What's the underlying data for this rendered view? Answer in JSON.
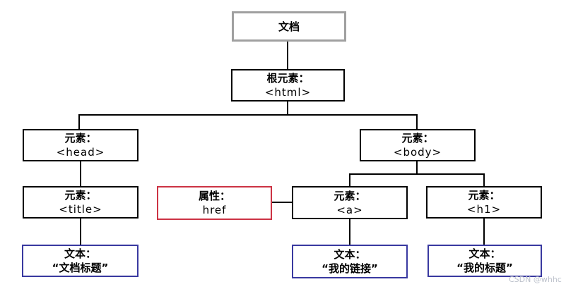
{
  "diagram": {
    "kind": "html-dom-tree",
    "watermark": "CSDN @whhc",
    "colors": {
      "document_border": "#a0a0a0",
      "element_border": "#000000",
      "attribute_border": "#cc3344",
      "text_border": "#3939a0",
      "connector": "#000000",
      "background": "#ffffff",
      "watermark": "#bcc1cb"
    }
  },
  "nodes": [
    {
      "id": "document",
      "type": "document",
      "line1": "文档",
      "line2": ""
    },
    {
      "id": "root-html",
      "type": "element",
      "line1": "根元素：",
      "line2": "<html>"
    },
    {
      "id": "head",
      "type": "element",
      "line1": "元素：",
      "line2": "<head>"
    },
    {
      "id": "body",
      "type": "element",
      "line1": "元素：",
      "line2": "<body>"
    },
    {
      "id": "title",
      "type": "element",
      "line1": "元素：",
      "line2": "<title>"
    },
    {
      "id": "href",
      "type": "attribute",
      "line1": "属性：",
      "line2": "href"
    },
    {
      "id": "a",
      "type": "element",
      "line1": "元素：",
      "line2": "<a>"
    },
    {
      "id": "h1",
      "type": "element",
      "line1": "元素：",
      "line2": "<h1>"
    },
    {
      "id": "text-doc",
      "type": "text",
      "line1": "文本：",
      "line2": "“文档标题”"
    },
    {
      "id": "text-link",
      "type": "text",
      "line1": "文本：",
      "line2": "“我的链接”"
    },
    {
      "id": "text-title",
      "type": "text",
      "line1": "文本：",
      "line2": "“我的标题”"
    }
  ]
}
